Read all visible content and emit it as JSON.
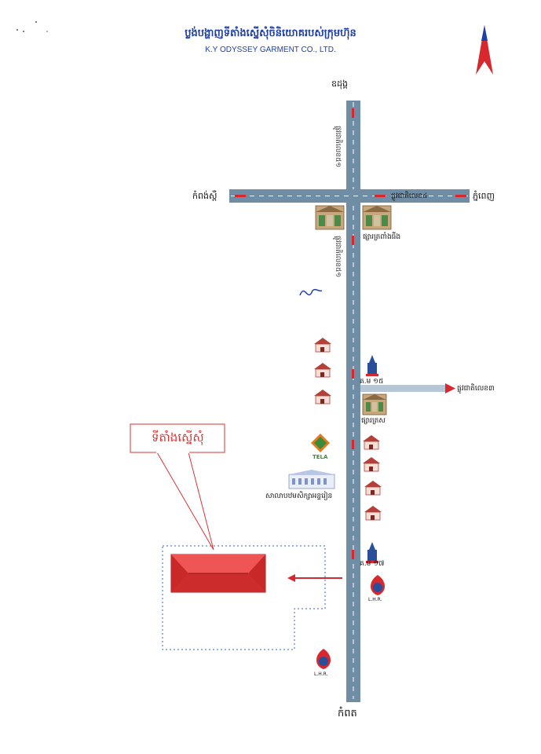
{
  "header": {
    "title_khmer": "ប្លង់បង្ហាញទីតាំងស្នើសុំចិនិយោគរបស់ក្រុមហ៊ុន",
    "title_english": "K.Y ODYSSEY GARMENT CO., LTD."
  },
  "directions": {
    "north": "ឧដុង្គ",
    "south": "កំពត",
    "west": "កំពង់ស្ពឺ",
    "east": "ភ្នំពេញ"
  },
  "roads": {
    "north_road": "ផ្លូវជាតិលេខ៥១",
    "east_road": "ផ្លូវជាតិលេខ៤",
    "south_road": "ផ្លូវជាតិលេខ៥១",
    "side_road": "ផ្លូវជាតិលេខ៣"
  },
  "landmarks": {
    "market_1": "ផ្សារត្រពាំងធីង",
    "market_2": "ផ្សារត្រស",
    "pagoda_label_1": "គ.ម ១៥",
    "pagoda_label_2": "គ.ម ១៧",
    "school": "សាលាបឋមសិក្សាអន្ទរៀន",
    "tela_logo": "TELA",
    "lhr_1": "L.H.R.",
    "lhr_2": "L.H.R."
  },
  "site": {
    "callout": "ទីតាំងស្នើសុំ"
  },
  "colors": {
    "road": "#6f8ea6",
    "site_fill": "#e63a3a",
    "arrow_red": "#d9272e",
    "title_blue": "#1f3fa8"
  },
  "icons": [
    "north-arrow-icon",
    "house-icon",
    "pagoda-icon",
    "market-icon",
    "tela-logo-icon",
    "lhr-logo-icon"
  ]
}
